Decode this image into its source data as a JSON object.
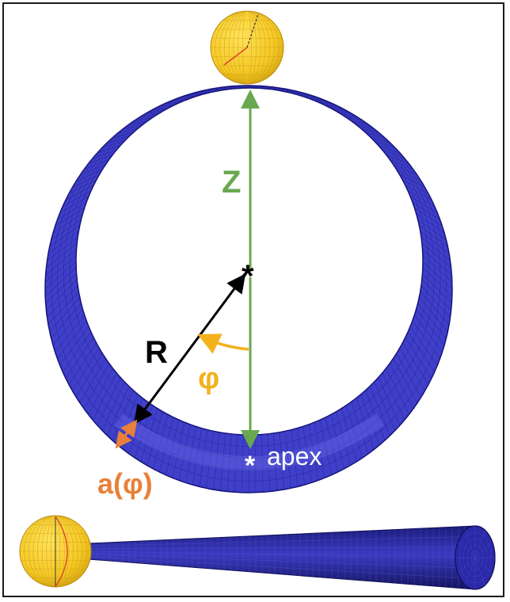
{
  "labels": {
    "z": "Z",
    "r": "R",
    "phi": "φ",
    "a_phi": "a(φ)",
    "apex": "apex",
    "center_marker": "*",
    "apex_marker": "*"
  },
  "colors": {
    "torus_fill": "#3f3fc9",
    "torus_light": "#6a6ae6",
    "torus_mesh": "#15157a",
    "sphere_fill": "#f4c825",
    "sphere_mesh": "#c79a10",
    "z_axis": "#6aa84f",
    "phi_arrow": "#f3b21c",
    "a_label": "#e8803a",
    "radius_arrow": "#000000",
    "apex_text": "#ffffff"
  },
  "icons": {
    "top_sphere": "sphere-icon",
    "side_sphere": "sphere-icon",
    "side_tube": "cone-tube-icon"
  }
}
